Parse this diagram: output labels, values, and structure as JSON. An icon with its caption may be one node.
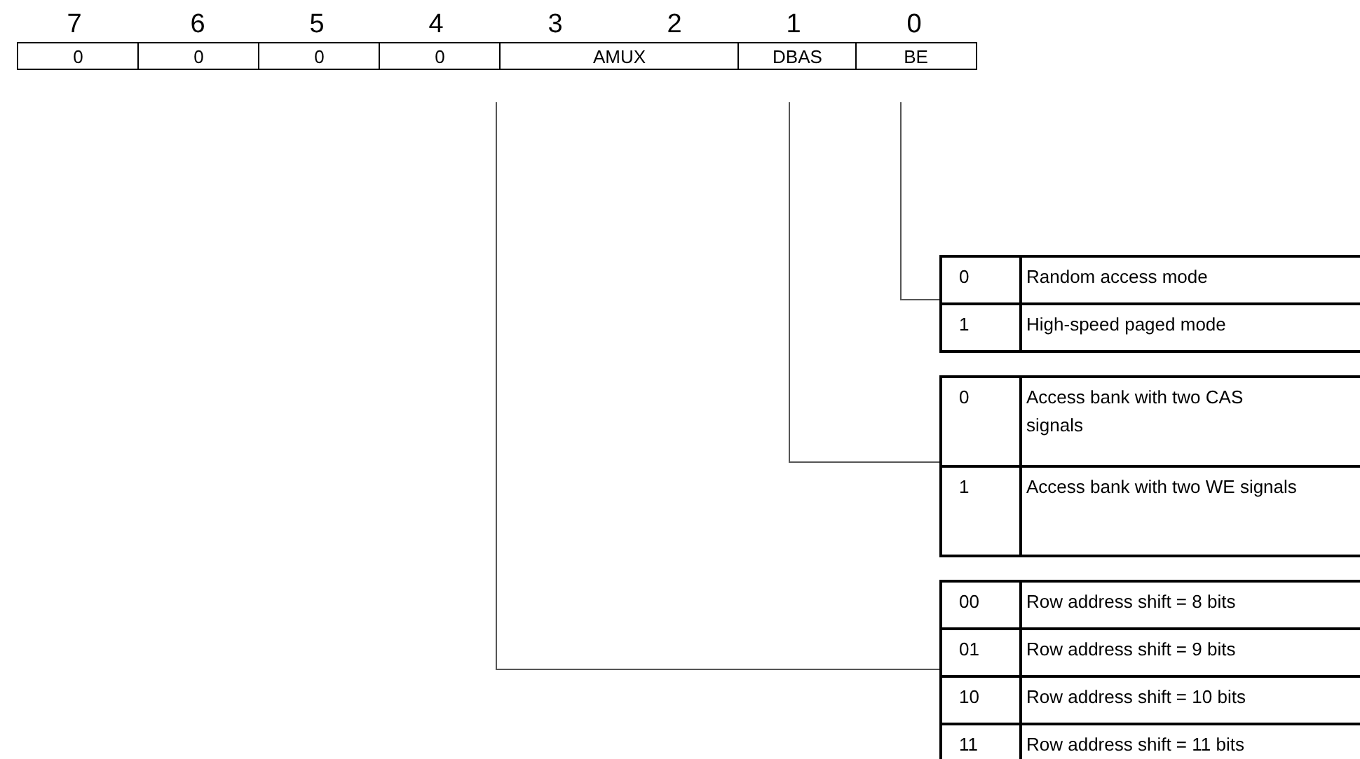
{
  "diagram": {
    "nodes": [
      {
        "text": [
          "0"
        ]
      },
      {
        "text": [
          "0"
        ]
      },
      {
        "text": [
          "0"
        ]
      },
      {
        "text": [
          "0"
        ]
      },
      {
        "text": [
          "AMUX"
        ]
      },
      {
        "text": [
          "DBAS"
        ]
      },
      {
        "text": [
          "BE"
        ]
      },
      {
        "text": [
          "0",
          "Random access mode",
          "1",
          "High-speed paged mode"
        ]
      },
      {
        "text": [
          "0",
          "Access bank with two CAS signals",
          "1",
          "Access bank with two WE signals"
        ]
      },
      {
        "text": [
          "00",
          "Row address shift = 8 bits",
          "01",
          "Row address shift = 9 bits",
          "10",
          "Row address shift = 10 bits",
          "11",
          "Row address shift = 11 bits"
        ]
      }
    ],
    "edges": [
      {
        "from": 6,
        "to": 7,
        "arrow": "none"
      },
      {
        "from": 5,
        "to": 8,
        "arrow": "none"
      },
      {
        "from": 4,
        "to": 9,
        "arrow": "none"
      }
    ],
    "labels": [
      "7",
      "6",
      "5",
      "4",
      "3",
      "2",
      "1",
      "0"
    ]
  }
}
